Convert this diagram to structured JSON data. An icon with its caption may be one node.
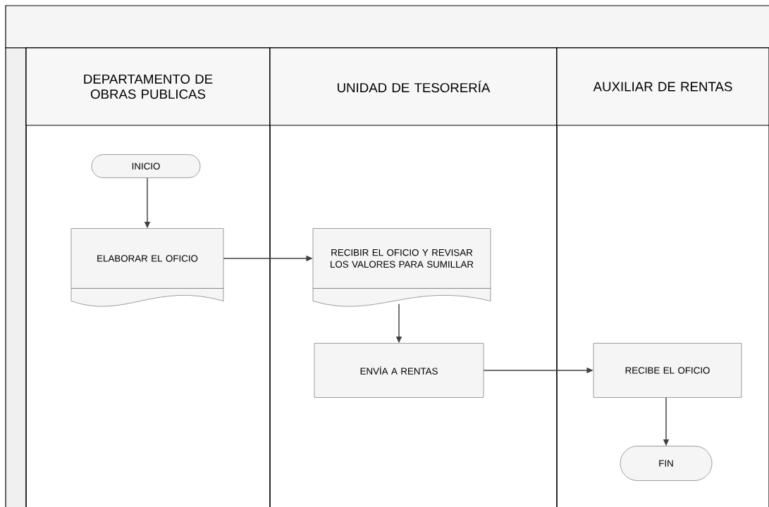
{
  "diagram": {
    "nodes": [
      {
        "text": [
          "DEPARTAMENTO DE OBRAS PUBLICAS"
        ]
      },
      {
        "text": [
          "INICIO"
        ],
        "in": 0
      },
      {
        "text": [
          "ELABORAR EL OFICIO"
        ],
        "in": 0
      },
      {
        "text": [
          "UNIDAD DE TESORERÍA"
        ]
      },
      {
        "text": [
          "RECIBIR EL OFICIO Y REVISAR LOS VALORES PARA SUMILLAR"
        ],
        "in": 3
      },
      {
        "text": [
          "ENVÍA A RENTAS"
        ],
        "in": 3
      },
      {
        "text": [
          "AUXILIAR DE RENTAS"
        ]
      },
      {
        "text": [
          "RECIBE EL OFICIO"
        ],
        "in": 6
      },
      {
        "text": [
          "FIN"
        ],
        "in": 6
      }
    ],
    "edges": [
      {
        "from": 1,
        "to": 2,
        "arrow": "to"
      },
      {
        "from": 2,
        "to": 4,
        "arrow": "to"
      },
      {
        "from": 4,
        "to": 5,
        "arrow": "to"
      },
      {
        "from": 5,
        "to": 7,
        "arrow": "to"
      },
      {
        "from": 7,
        "to": 8,
        "arrow": "to"
      }
    ]
  }
}
